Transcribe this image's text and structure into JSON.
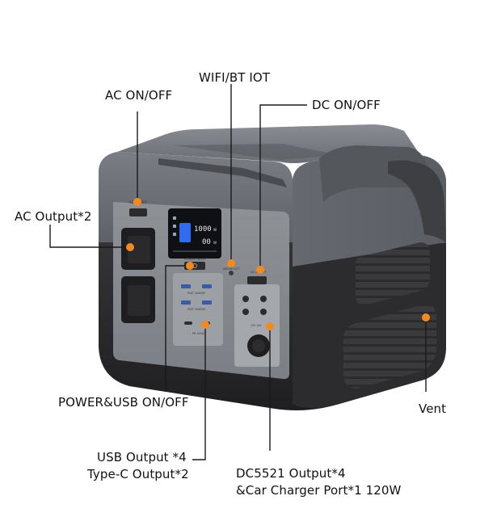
{
  "product": {
    "screen": {
      "value_top": "1000",
      "value_bottom": "00",
      "small_top": "W",
      "small_bottom": "W"
    },
    "panel_text": {
      "ac_switch": "AC ON/OFF",
      "power_switch": "POWER ON/OFF",
      "wifi": "WIFI/BT IOT",
      "dc_switch": "DC ON/OFF",
      "usb_fast_1": "FAST CHARGE",
      "usb_fast_2": "FAST CHARGE",
      "typec": "PD 100W",
      "car": "12V 10A"
    }
  },
  "callouts": {
    "ac_on_off": "AC ON/OFF",
    "wifi_bt_iot": "WIFI/BT IOT",
    "dc_on_off": "DC ON/OFF",
    "ac_output": "AC Output*2",
    "power_usb_on_off": "POWER&USB ON/OFF",
    "vent": "Vent",
    "usb_output_line1": "USB Output *4",
    "usb_output_line2": "Type-C Output*2",
    "dc5521_line1": "DC5521 Output*4",
    "dc5521_line2": "&Car Charger Port*1 120W"
  },
  "colors": {
    "accent_dot": "#f28a1e",
    "body_grey": "#6f7278",
    "body_black": "#2a2a2c",
    "screen_blue": "#2f6cf0"
  }
}
